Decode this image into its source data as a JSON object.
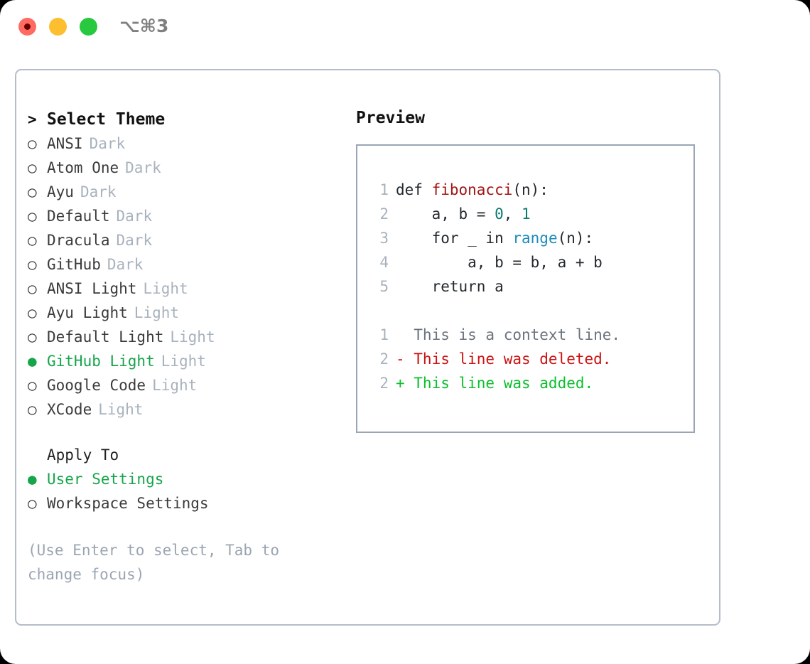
{
  "window": {
    "traffic_lights": [
      "close-red",
      "minimize-yellow",
      "maximize-green"
    ],
    "shortcut": "⌥⌘3"
  },
  "theme_picker": {
    "title_marker": ">",
    "title": "Select Theme",
    "marker_off": "○",
    "marker_on": "●",
    "items": [
      {
        "marker": "○",
        "name": "ANSI",
        "kind": "Dark",
        "selected": false
      },
      {
        "marker": "○",
        "name": "Atom One",
        "kind": "Dark",
        "selected": false
      },
      {
        "marker": "○",
        "name": "Ayu",
        "kind": "Dark",
        "selected": false
      },
      {
        "marker": "○",
        "name": "Default",
        "kind": "Dark",
        "selected": false
      },
      {
        "marker": "○",
        "name": "Dracula",
        "kind": "Dark",
        "selected": false
      },
      {
        "marker": "○",
        "name": "GitHub",
        "kind": "Dark",
        "selected": false
      },
      {
        "marker": "○",
        "name": "ANSI Light",
        "kind": "Light",
        "selected": false
      },
      {
        "marker": "○",
        "name": "Ayu Light",
        "kind": "Light",
        "selected": false
      },
      {
        "marker": "○",
        "name": "Default Light",
        "kind": "Light",
        "selected": false
      },
      {
        "marker": "●",
        "name": "GitHub Light",
        "kind": "Light",
        "selected": true
      },
      {
        "marker": "○",
        "name": "Google Code",
        "kind": "Light",
        "selected": false
      },
      {
        "marker": "○",
        "name": "XCode",
        "kind": "Light",
        "selected": false
      }
    ]
  },
  "apply_to": {
    "heading": "Apply To",
    "options": [
      {
        "marker": "●",
        "name": "User Settings",
        "selected": true
      },
      {
        "marker": "○",
        "name": "Workspace Settings",
        "selected": false
      }
    ]
  },
  "hint": "(Use Enter to select, Tab to change focus)",
  "preview": {
    "label": "Preview",
    "code_lines": [
      {
        "num": "1",
        "tokens": [
          {
            "t": "def ",
            "c": "plain"
          },
          {
            "t": "fibonacci",
            "c": "fn"
          },
          {
            "t": "(n):",
            "c": "plain"
          }
        ]
      },
      {
        "num": "2",
        "tokens": [
          {
            "t": "    a, b = ",
            "c": "plain"
          },
          {
            "t": "0",
            "c": "num"
          },
          {
            "t": ", ",
            "c": "plain"
          },
          {
            "t": "1",
            "c": "num"
          }
        ]
      },
      {
        "num": "3",
        "tokens": [
          {
            "t": "    for _ in ",
            "c": "plain"
          },
          {
            "t": "range",
            "c": "call"
          },
          {
            "t": "(n):",
            "c": "plain"
          }
        ]
      },
      {
        "num": "4",
        "tokens": [
          {
            "t": "        a, b = b, a + b",
            "c": "plain"
          }
        ]
      },
      {
        "num": "5",
        "tokens": [
          {
            "t": "    return a",
            "c": "plain"
          }
        ]
      }
    ],
    "diff_lines": [
      {
        "num": "1",
        "text": "  This is a context line.",
        "c": "ctx"
      },
      {
        "num": "2",
        "text": "- This line was deleted.",
        "c": "del"
      },
      {
        "num": "2",
        "text": "+ This line was added.",
        "c": "add"
      }
    ]
  },
  "colors": {
    "accent_green": "#16a54a",
    "muted": "#a8b2bd",
    "hint": "#9aa5b1",
    "panel_border": "#b3bdc9",
    "preview_border": "#9aa6b4",
    "diff_add": "#0ac02c",
    "diff_del": "#cc1111",
    "fn_red": "#a31515",
    "num_teal": "#0b7a6e",
    "call_blue": "#1a8cba"
  }
}
